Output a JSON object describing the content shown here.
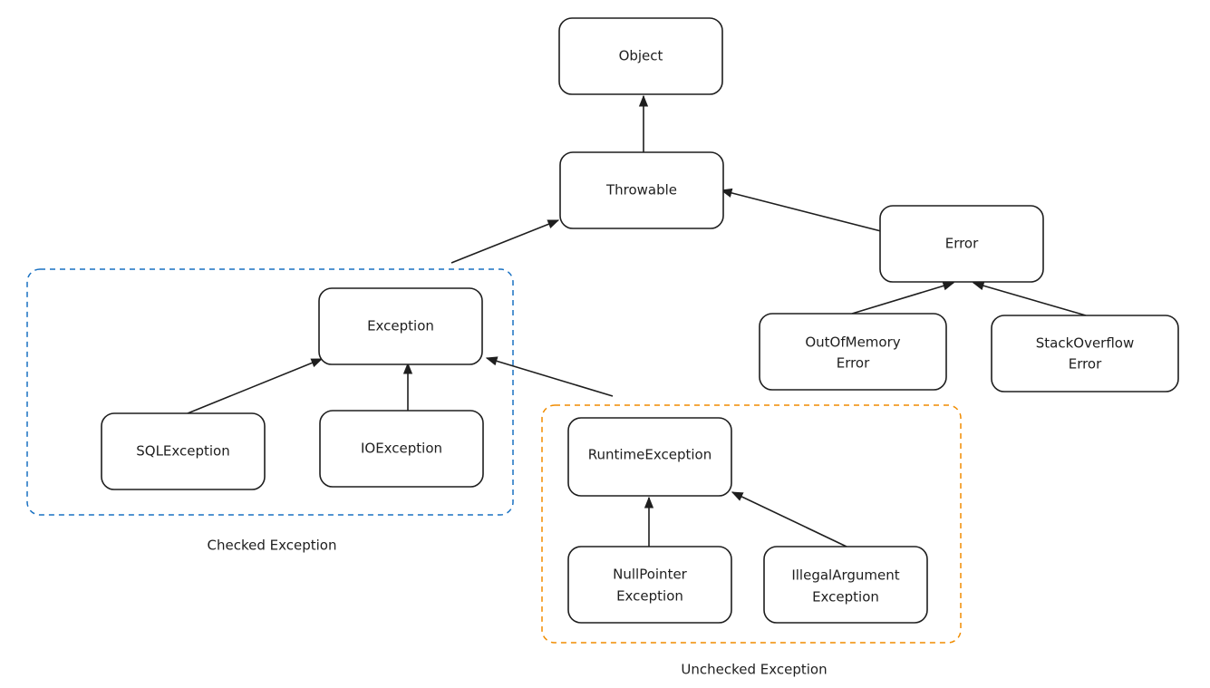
{
  "colors": {
    "stroke": "#1e1e1e",
    "checked_group": "#1971c2",
    "unchecked_group": "#f08c00"
  },
  "nodes": {
    "object": "Object",
    "throwable": "Throwable",
    "error": "Error",
    "out_of_memory": [
      "OutOfMemory",
      "Error"
    ],
    "stack_overflow": [
      "StackOverflow",
      "Error"
    ],
    "exception": "Exception",
    "sql_exception": "SQLException",
    "io_exception": "IOException",
    "runtime_exception": "RuntimeException",
    "null_pointer": [
      "NullPointer",
      "Exception"
    ],
    "illegal_argument": [
      "IllegalArgument",
      "Exception"
    ]
  },
  "groups": {
    "checked": "Checked Exception",
    "unchecked": "Unchecked Exception"
  },
  "edges": [
    {
      "from": "throwable",
      "to": "object"
    },
    {
      "from": "exception",
      "to": "throwable"
    },
    {
      "from": "error",
      "to": "throwable"
    },
    {
      "from": "out_of_memory",
      "to": "error"
    },
    {
      "from": "stack_overflow",
      "to": "error"
    },
    {
      "from": "sql_exception",
      "to": "exception"
    },
    {
      "from": "io_exception",
      "to": "exception"
    },
    {
      "from": "runtime_exception",
      "to": "exception"
    },
    {
      "from": "null_pointer",
      "to": "runtime_exception"
    },
    {
      "from": "illegal_argument",
      "to": "runtime_exception"
    }
  ]
}
